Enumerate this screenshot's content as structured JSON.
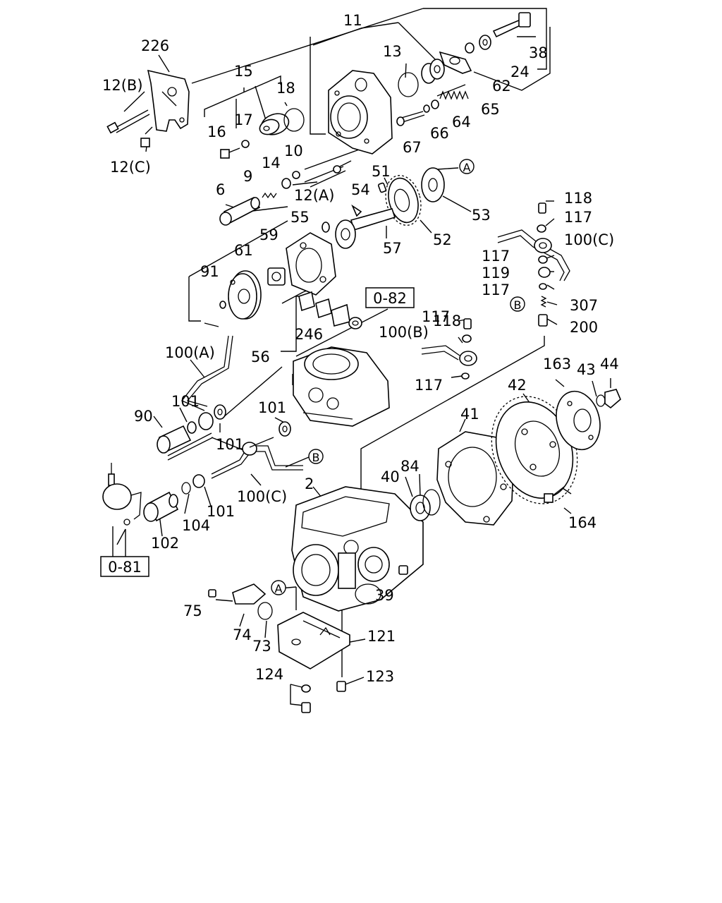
{
  "diagram": {
    "labels": {
      "l226": "226",
      "l11": "11",
      "l38": "38",
      "l15": "15",
      "l13": "13",
      "l12b": "12(B)",
      "l18": "18",
      "l24": "24",
      "l62": "62",
      "l16": "16",
      "l17": "17",
      "l65": "65",
      "l64": "64",
      "l66": "66",
      "l67": "67",
      "l12c": "12(C)",
      "l14": "14",
      "l10": "10",
      "l51": "51",
      "l9": "9",
      "l12a": "12(A)",
      "l54": "54",
      "l53": "53",
      "l6": "6",
      "l55": "55",
      "l118a": "118",
      "l117a": "117",
      "l59": "59",
      "l61": "61",
      "l52": "52",
      "l57": "57",
      "l100c1": "100(C)",
      "l117b": "117",
      "l119": "119",
      "l117c": "117",
      "l91": "91",
      "l307": "307",
      "l118b": "118",
      "l117d": "117",
      "l200": "200",
      "l246": "246",
      "l100b": "100(B)",
      "l100a": "100(A)",
      "l56": "56",
      "l163": "163",
      "l43": "43",
      "l44": "44",
      "l117e": "117",
      "l42": "42",
      "l90": "90",
      "l101a": "101",
      "l101b": "101",
      "l101c": "101",
      "l41": "41",
      "l40": "40",
      "l84": "84",
      "l2": "2",
      "l100c2": "100(C)",
      "l101d": "101",
      "l104": "104",
      "l102": "102",
      "l164": "164",
      "l39": "39",
      "l75": "75",
      "l74": "74",
      "l73": "73",
      "l121": "121",
      "l124": "124",
      "l123": "123"
    },
    "refs": {
      "r082": "0-82",
      "r081": "0-81"
    },
    "markers": {
      "a1": "A",
      "a2": "A",
      "b1": "B",
      "b2": "B"
    }
  }
}
